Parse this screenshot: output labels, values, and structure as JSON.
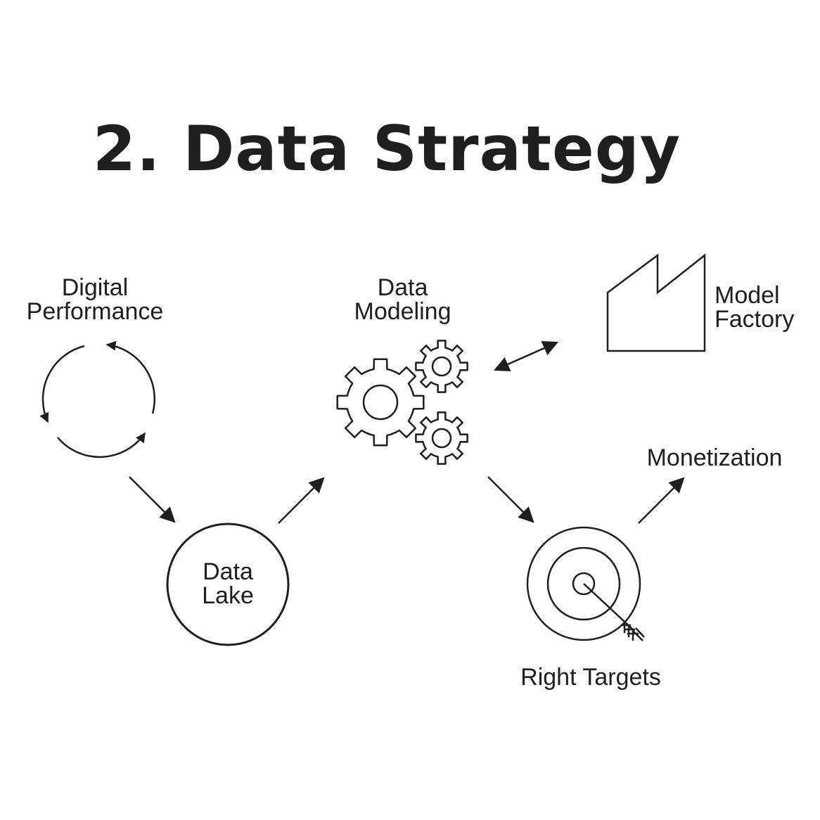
{
  "title": "2. Data Strategy",
  "nodes": {
    "digital_performance": {
      "line1": "Digital",
      "line2": "Performance"
    },
    "data_lake": {
      "line1": "Data",
      "line2": "Lake"
    },
    "data_modeling": {
      "line1": "Data",
      "line2": "Modeling"
    },
    "model_factory": {
      "line1": "Model",
      "line2": "Factory"
    },
    "right_targets": {
      "label": "Right Targets"
    },
    "monetization": {
      "label": "Monetization"
    }
  },
  "colors": {
    "ink": "#1f1f1f",
    "background": "#ffffff"
  }
}
